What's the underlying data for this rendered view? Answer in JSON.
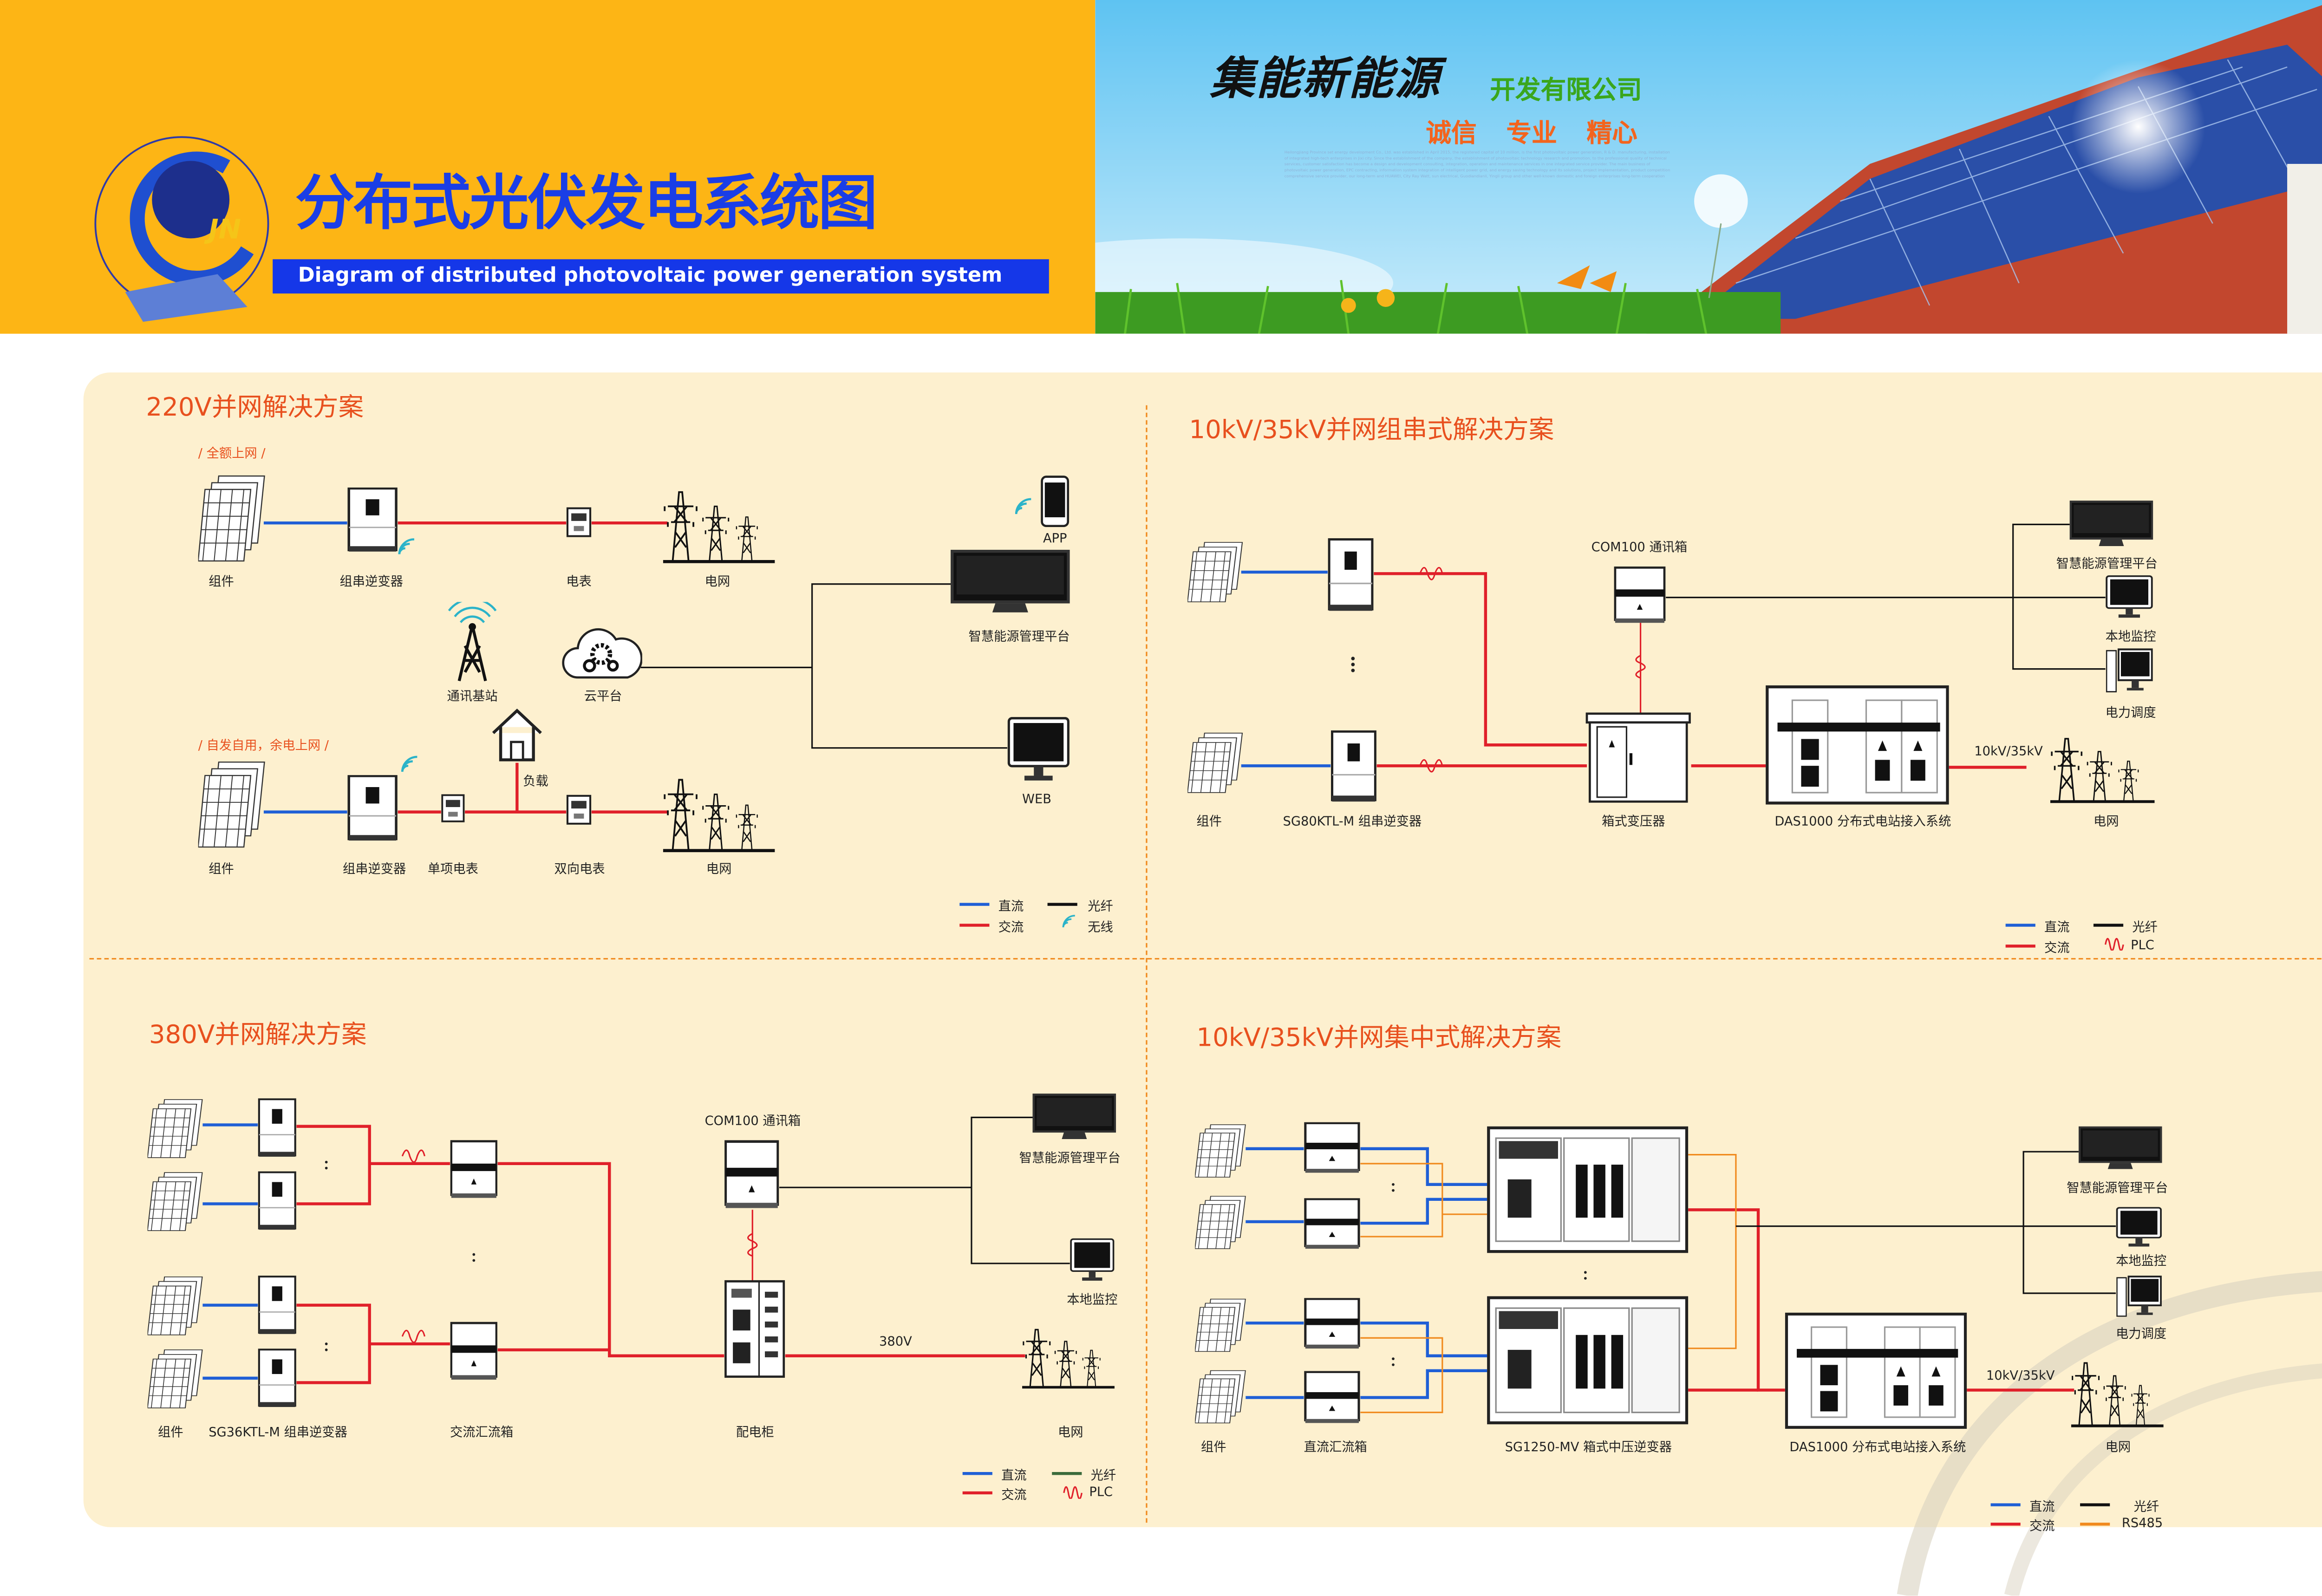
{
  "header": {
    "title_cn": "分布式光伏发电系统图",
    "title_en": "Diagram of distributed  photovoltaic power generation system",
    "company_name": "集能新能源",
    "company_suffix": "开发有限公司",
    "slogan": "诚信 专业 精心",
    "intro": "Heilongjiang Province set energy development Co., Ltd. was established in April 2015, the registered capital of 10 million, is the first photovoltaic power generation, R & D. manufacturing, installation of integrated high-tech enterprises in Jixi city. Since the establishment of the company, the establishment of photovoltaic technology research and promotion, to the professional quality of technical services, customer satisfaction has become a design and development consulting, integration, operation and maintenance services in one integrated service provider. The main business of photovoltaic power generation, EPC contracting, information system integration of intelligent power grid, and energy saving technology and its solutions, project implementation, product competition comprehensive service provider, our long-term and HUAWEI, City Ray Watt, sun electrical, Guodiandianli, Yingli group and other well-known domestic and foreign enterprises long-term cooperation"
  },
  "colors": {
    "dc": "#1f5fd6",
    "ac": "#e0202a",
    "fiber": "#111111",
    "rs485": "#f08a1e",
    "accent": "#e8501e",
    "header_bg": "#fdb515",
    "panel_bg": "#fdf0cf"
  },
  "s220": {
    "title": "220V并网解决方案",
    "sub_full": "/ 全额上网 /",
    "sub_self": "/ 自发自用，余电上网 /",
    "labels": {
      "module": "组件",
      "inverter": "组串逆变器",
      "meter": "电表",
      "grid": "电网",
      "app": "APP",
      "platform": "智慧能源管理平台",
      "base_station": "通讯基站",
      "cloud": "云平台",
      "web": "WEB",
      "load": "负载",
      "module2": "组件",
      "inverter2": "组串逆变器",
      "single_meter": "单项电表",
      "bi_meter": "双向电表",
      "grid2": "电网"
    },
    "legend": {
      "dc": "直流",
      "ac": "交流",
      "fiber": "光纤",
      "wireless": "无线"
    }
  },
  "s10kv_string": {
    "title": "10kV/35kV并网组串式解决方案",
    "labels": {
      "com100": "COM100 通讯箱",
      "platform": "智慧能源管理平台",
      "local": "本地监控",
      "dispatch": "电力调度",
      "voltage": "10kV/35kV",
      "module": "组件",
      "inverter": "SG80KTL-M 组串逆变器",
      "transformer": "箱式变压器",
      "das": "DAS1000 分布式电站接入系统",
      "grid": "电网"
    },
    "legend": {
      "dc": "直流",
      "ac": "交流",
      "fiber": "光纤",
      "plc": "PLC"
    }
  },
  "s380": {
    "title": "380V并网解决方案",
    "labels": {
      "com100": "COM100 通讯箱",
      "platform": "智慧能源管理平台",
      "local": "本地监控",
      "voltage": "380V",
      "module": "组件",
      "inverter": "SG36KTL-M 组串逆变器",
      "combiner": "交流汇流箱",
      "cabinet": "配电柜",
      "grid": "电网"
    },
    "legend": {
      "dc": "直流",
      "ac": "交流",
      "fiber": "光纤",
      "plc": "PLC"
    }
  },
  "s10kv_central": {
    "title": "10kV/35kV并网集中式解决方案",
    "labels": {
      "platform": "智慧能源管理平台",
      "local": "本地监控",
      "dispatch": "电力调度",
      "voltage": "10kV/35kV",
      "module": "组件",
      "dc_combiner": "直流汇流箱",
      "mv_inverter": "SG1250-MV 箱式中压逆变器",
      "das": "DAS1000 分布式电站接入系统",
      "grid": "电网"
    },
    "legend": {
      "dc": "直流",
      "ac": "交流",
      "fiber": "光纤",
      "rs485": "RS485"
    }
  }
}
